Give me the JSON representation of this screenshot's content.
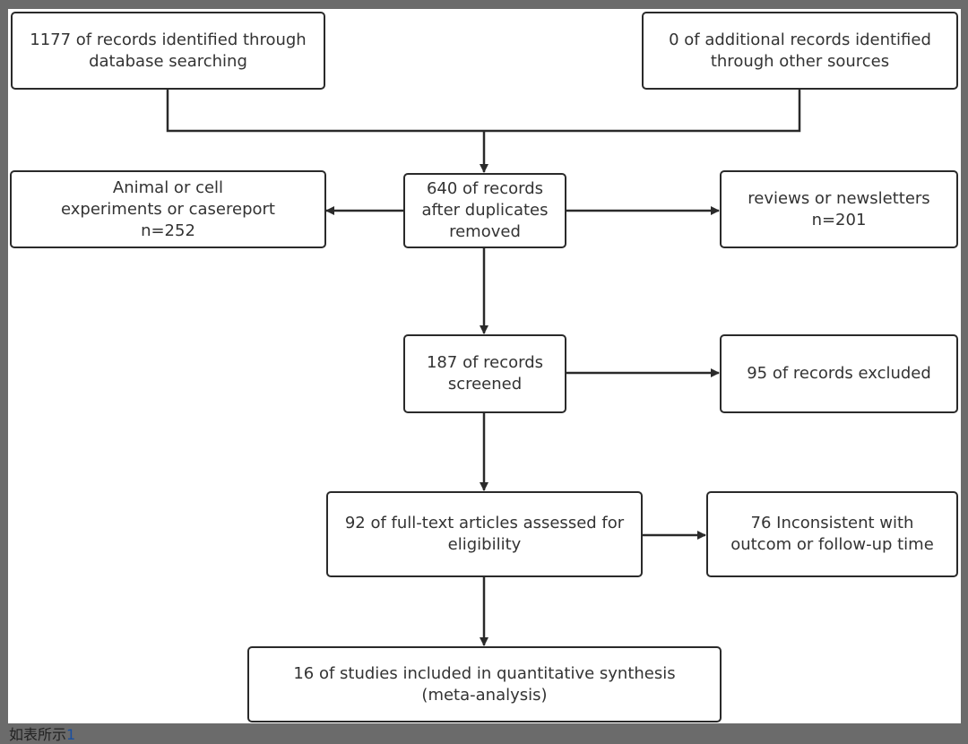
{
  "boxes": {
    "identified_db": "1177 of records identified through\ndatabase searching",
    "identified_other": "0 of additional records identified\nthrough other sources",
    "excluded_animal": "Animal or cell\nexperiments or casereport\nn=252",
    "after_duplicates": "640 of records\nafter duplicates\nremoved",
    "excluded_reviews": "reviews or newsletters\nn=201",
    "screened": "187 of records\nscreened",
    "excluded_screen": "95 of records excluded",
    "fulltext": "92 of full-text articles assessed for\neligibility",
    "excluded_fulltext": "76 Inconsistent with\noutcom or follow-up time",
    "included": "16 of studies included in quantitative synthesis\n(meta-analysis)"
  },
  "caption": {
    "text": "如表所示",
    "ref": "1"
  },
  "colors": {
    "background": "#6b6b6b",
    "line": "#2a2a2a"
  }
}
